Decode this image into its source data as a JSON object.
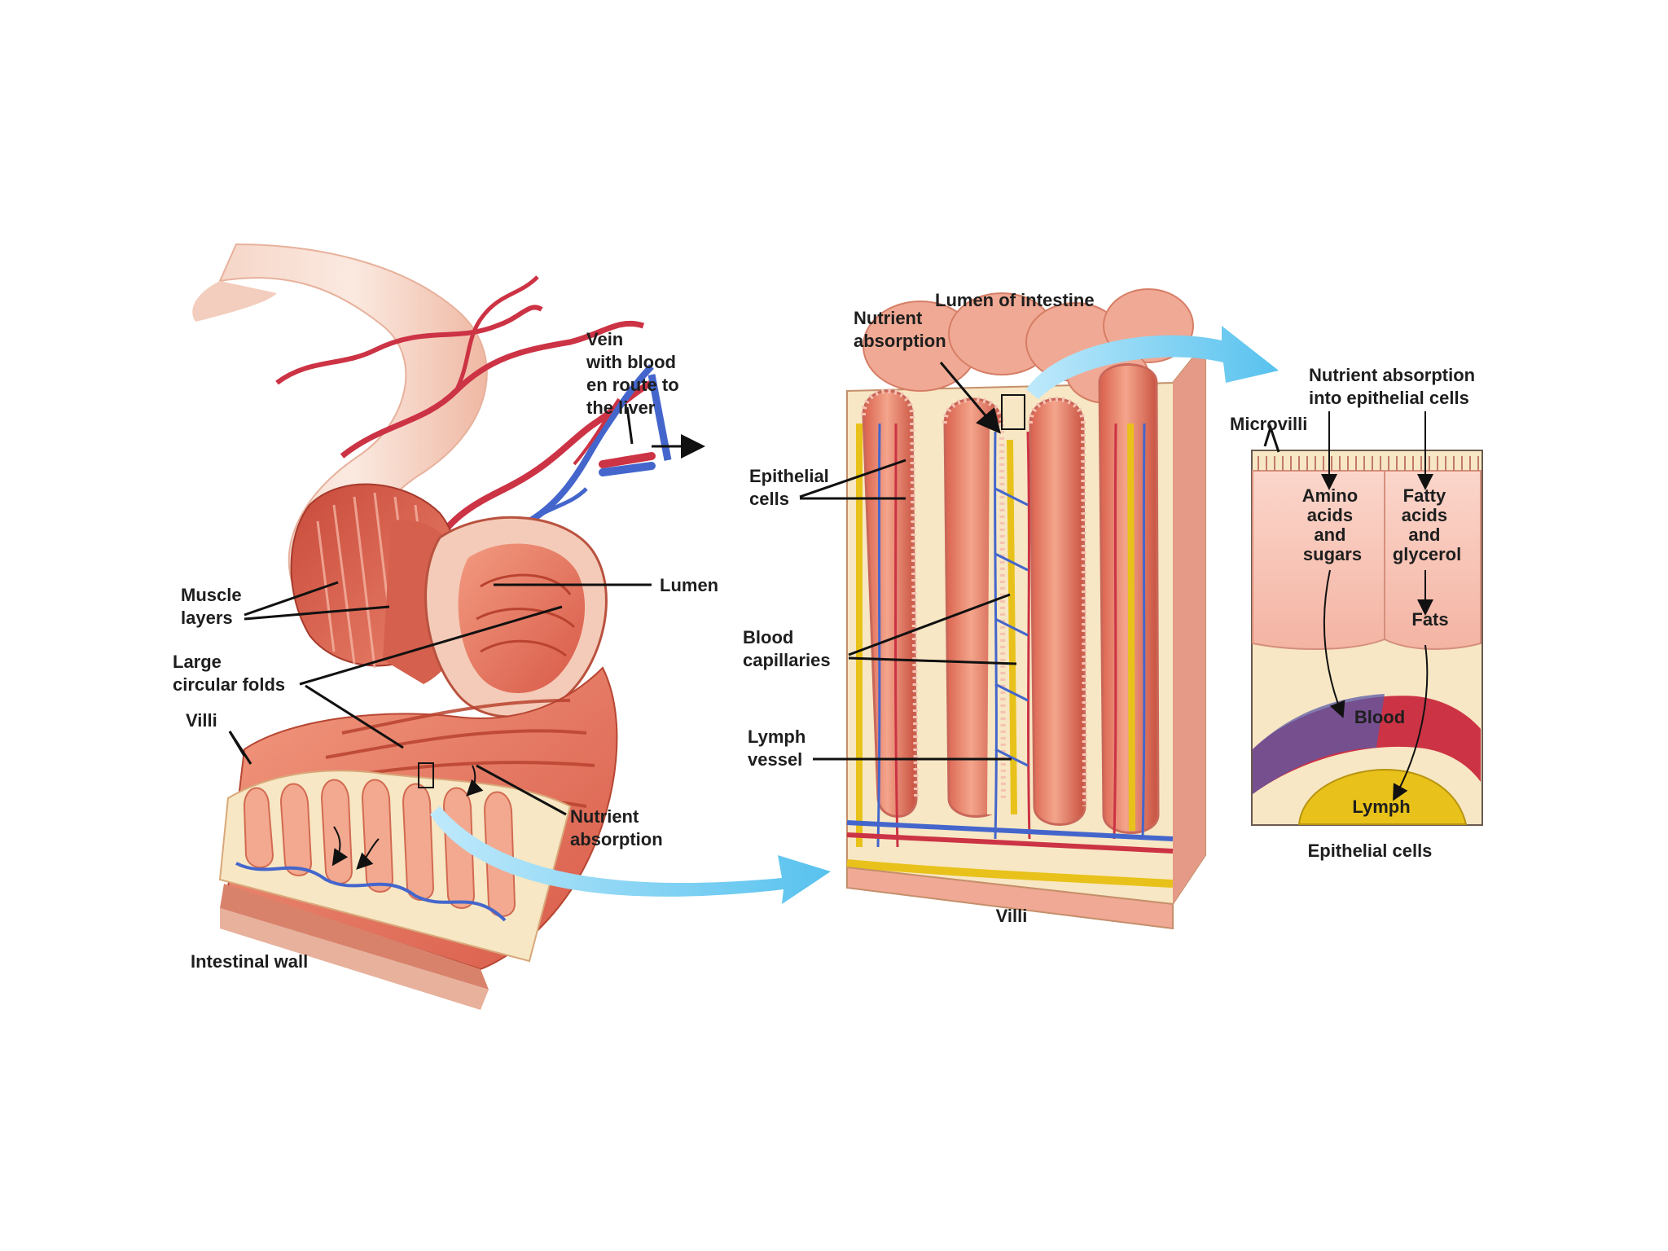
{
  "panels": {
    "intestinal_wall": {
      "caption": "Intestinal wall",
      "labels": {
        "vein": [
          "Vein",
          "with blood",
          "en route to",
          "the liver"
        ],
        "muscle_layers": [
          "Muscle",
          "layers"
        ],
        "lumen": "Lumen",
        "circular_folds": [
          "Large",
          "circular folds"
        ],
        "villi": "Villi",
        "nutrient_absorption": [
          "Nutrient",
          "absorption"
        ]
      }
    },
    "villi": {
      "caption": "Villi",
      "labels": {
        "lumen_of_intestine": "Lumen of intestine",
        "nutrient_absorption": [
          "Nutrient",
          "absorption"
        ],
        "epithelial_cells": [
          "Epithelial",
          "cells"
        ],
        "blood_capillaries": [
          "Blood",
          "capillaries"
        ],
        "lymph_vessel": [
          "Lymph",
          "vessel"
        ]
      }
    },
    "epithelial_cells": {
      "caption": "Epithelial cells",
      "labels": {
        "header": [
          "Nutrient absorption",
          "into epithelial cells"
        ],
        "microvilli": "Microvilli",
        "amino": [
          "Amino",
          "acids",
          "and",
          "sugars"
        ],
        "fatty": [
          "Fatty",
          "acids",
          "and",
          "glycerol"
        ],
        "fats": "Fats",
        "blood": "Blood",
        "lymph": "Lymph"
      }
    }
  },
  "colors": {
    "tissue": "#e8806a",
    "tissue_light": "#f6c9b6",
    "mucosa": "#f7e7c4",
    "artery": "#cc3344",
    "vein": "#4466cc",
    "lymph": "#e8c21a",
    "arrow": "#6ecdf2"
  }
}
